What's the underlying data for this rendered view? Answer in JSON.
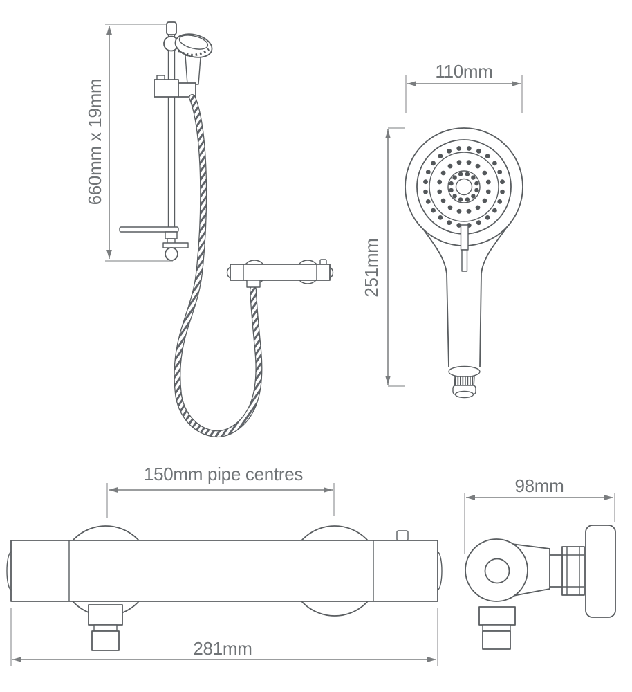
{
  "colors": {
    "line": "#595d60",
    "dimension": "#7a7d7f",
    "text": "#6f7376",
    "dots": "#53575a",
    "background": "#ffffff"
  },
  "dimensions": {
    "rail_length": "660mm x 19mm",
    "head_width": "110mm",
    "handset_height": "251mm",
    "pipe_centres": "150mm pipe centres",
    "mixer_width": "281mm",
    "mixer_depth": "98mm"
  }
}
